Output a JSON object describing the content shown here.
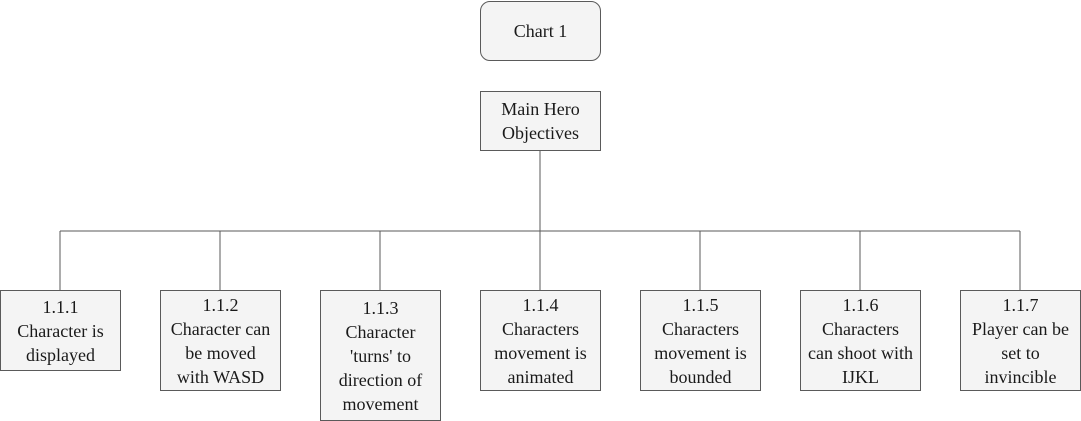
{
  "diagram": {
    "title": "Chart 1",
    "root": "Main Hero\nObjectives",
    "children": [
      "1.1.1\nCharacter is\ndisplayed",
      "1.1.2\nCharacter can\nbe moved\nwith WASD",
      "1.1.3\nCharacter\n'turns' to\ndirection of\nmovement",
      "1.1.4\nCharacters\nmovement is\nanimated",
      "1.1.5\nCharacters\nmovement is\nbounded",
      "1.1.6\nCharacters\ncan shoot with\nIJKL",
      "1.1.7\nPlayer can be\nset to\ninvincible"
    ]
  },
  "colors": {
    "box_fill": "#f4f4f4",
    "box_border": "#5a5a5a",
    "connector": "#5a5a5a"
  }
}
